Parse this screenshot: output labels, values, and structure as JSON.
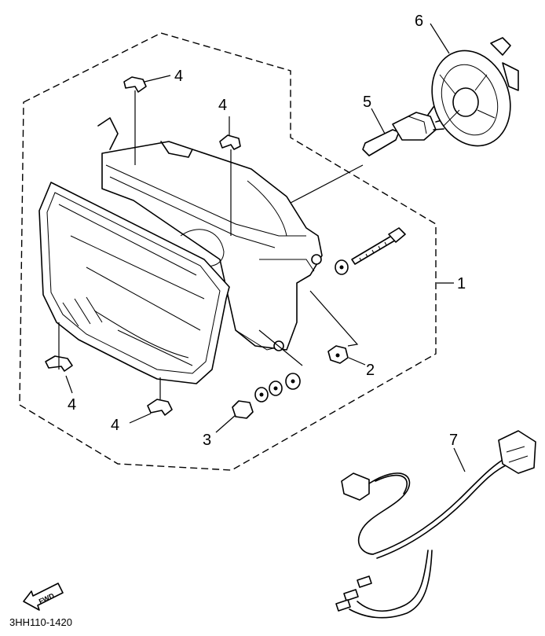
{
  "diagram": {
    "part_code": "3HH110-1420",
    "direction_label": "FWD",
    "callouts": {
      "assembly": "1",
      "adjust_screw": "2",
      "nut": "3",
      "clip_top_left": "4",
      "clip_top_right": "4",
      "clip_bottom_left": "4",
      "clip_bottom_right": "4",
      "bulb": "5",
      "bulb_cover": "6",
      "wire_harness": "7"
    }
  }
}
